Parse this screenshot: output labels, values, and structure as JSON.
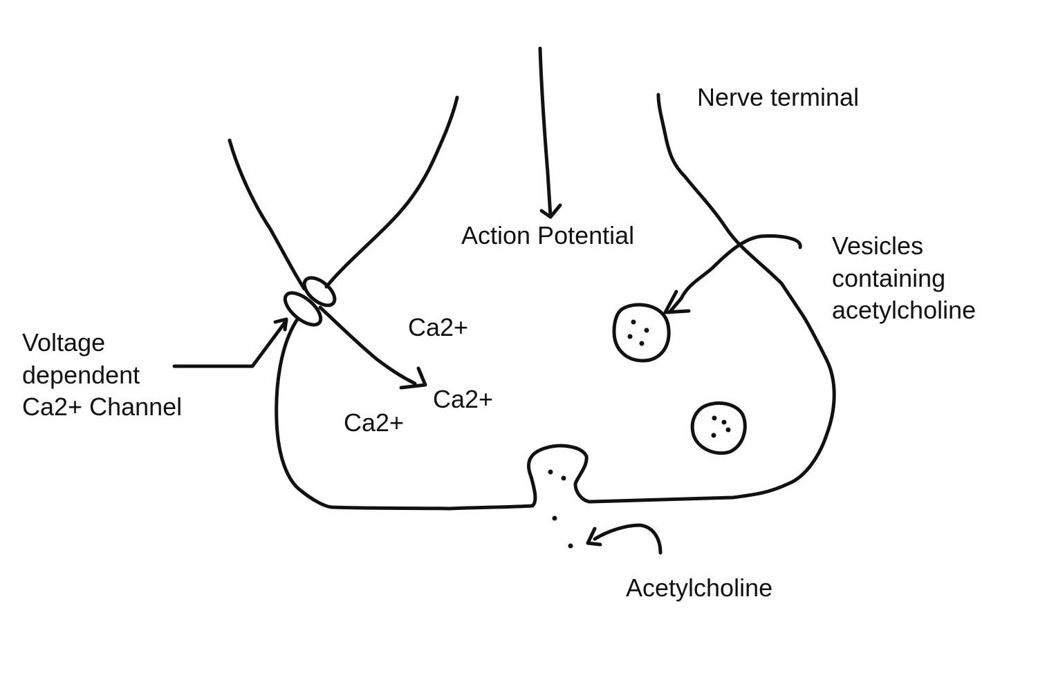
{
  "labels": {
    "nerve_terminal": "Nerve terminal",
    "action_potential": "Action Potential",
    "vesicles": [
      "Vesicles",
      "containing",
      "acetylcholine"
    ],
    "channel": [
      "Voltage",
      "dependent",
      "Ca2+ Channel"
    ],
    "calcium_1": "Ca2+",
    "calcium_2": "Ca2+",
    "calcium_3": "Ca2+",
    "acetylcholine": "Acetylcholine"
  },
  "colors": {
    "ink": "#111111",
    "background": "#ffffff"
  }
}
